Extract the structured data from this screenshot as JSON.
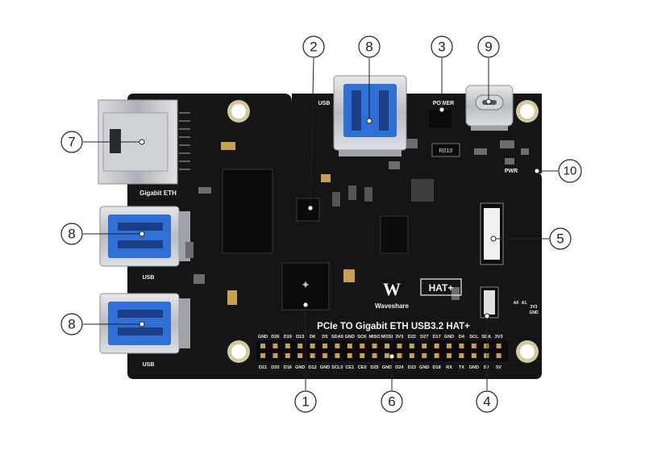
{
  "board": {
    "title": "PCIe TO Gigabit ETH USB3.2 HAT+",
    "brand": "Waveshare",
    "hat_badge": "HAT+",
    "labels": {
      "usb_top": "USB",
      "usb_left1": "USB",
      "usb_left2": "USB",
      "gigabit_eth": "Gigabit ETH",
      "power": "POWER",
      "pwr": "PWR",
      "resistor": "R010",
      "side_a": "3V3",
      "side_b": "GND",
      "side_c": "A0",
      "side_d": "A1"
    },
    "header_top_labels": [
      "GND",
      "D26",
      "D19",
      "D13",
      "D6",
      "D5",
      "SDA0",
      "GND",
      "SCK",
      "MISO",
      "MOSI",
      "3V3",
      "D22",
      "D27",
      "D17",
      "GND",
      "D4",
      "SCL",
      "SDA",
      "3V3"
    ],
    "header_bottom_labels": [
      "D21",
      "D20",
      "D16",
      "GND",
      "D12",
      "GND",
      "SCL0",
      "CE1",
      "CE0",
      "D25",
      "GND",
      "D24",
      "D23",
      "GND",
      "D18",
      "RX",
      "TX",
      "GND",
      "5V",
      "5V"
    ]
  },
  "callouts": [
    "1",
    "2",
    "3",
    "4",
    "5",
    "6",
    "7",
    "8",
    "8",
    "8",
    "9",
    "10"
  ],
  "colors": {
    "pcb": "#151515",
    "usb_blue": "#2f6fd6",
    "metal": "#c9ccd1",
    "gold": "#c8a24a"
  }
}
